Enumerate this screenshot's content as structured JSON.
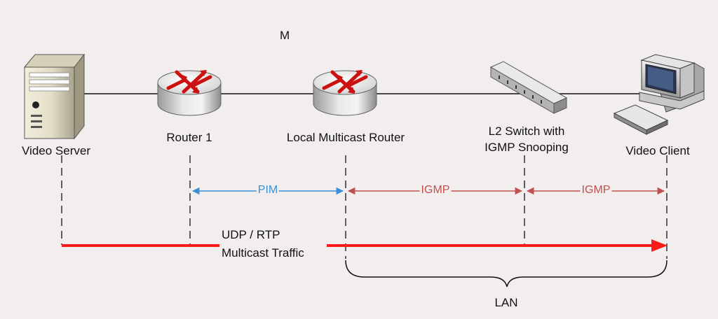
{
  "colors": {
    "background": "#f3eeee",
    "pim": "#3b8fd6",
    "igmp": "#c0504d",
    "traffic": "#ff1a1a",
    "line": "#111111"
  },
  "title_fragment": "M",
  "nodes": {
    "video_server": "Video Server",
    "router1": "Router 1",
    "local_router": "Local Multicast Router",
    "l2_switch_line1": "L2 Switch with",
    "l2_switch_line2": "IGMP Snooping",
    "video_client": "Video Client"
  },
  "protocols": {
    "pim": "PIM",
    "igmp_left": "IGMP",
    "igmp_right": "IGMP"
  },
  "traffic": {
    "line1": "UDP / RTP",
    "line2": "Multicast Traffic"
  },
  "lan": "LAN",
  "icons": [
    "server-icon",
    "router-icon",
    "switch-icon",
    "computer-icon"
  ]
}
